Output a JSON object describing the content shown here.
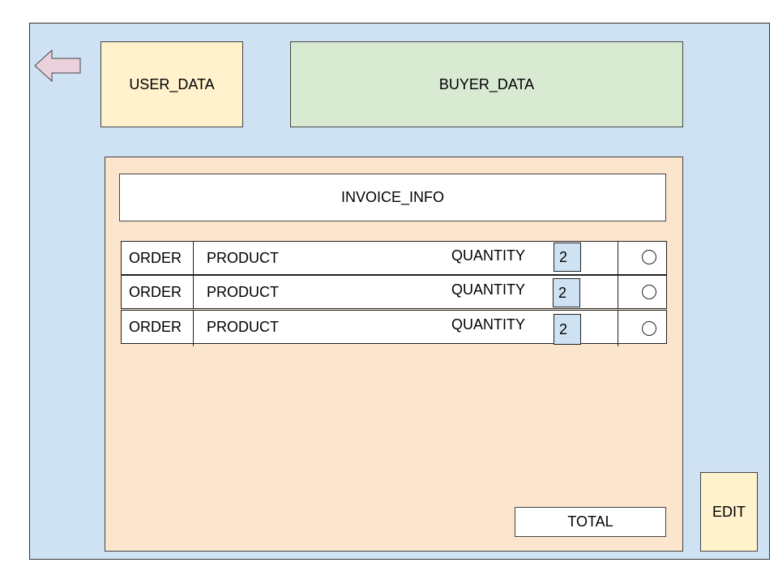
{
  "header": {
    "back_icon": "arrow-left-icon",
    "user_data": "USER_DATA",
    "buyer_data": "BUYER_DATA"
  },
  "invoice": {
    "info": "INVOICE_INFO",
    "rows": [
      {
        "order": "ORDER",
        "product": "PRODUCT",
        "quantity_label": "QUANTITY",
        "quantity": "2"
      },
      {
        "order": "ORDER",
        "product": "PRODUCT",
        "quantity_label": "QUANTITY",
        "quantity": "2"
      },
      {
        "order": "ORDER",
        "product": "PRODUCT",
        "quantity_label": "QUANTITY",
        "quantity": "2"
      }
    ],
    "total": "TOTAL"
  },
  "actions": {
    "edit": "EDIT"
  },
  "colors": {
    "frame_bg": "#cfe2f3",
    "user_bg": "#fff2cc",
    "buyer_bg": "#d9ead3",
    "panel_bg": "#fce5cd",
    "arrow_fill": "#ead1dc"
  }
}
